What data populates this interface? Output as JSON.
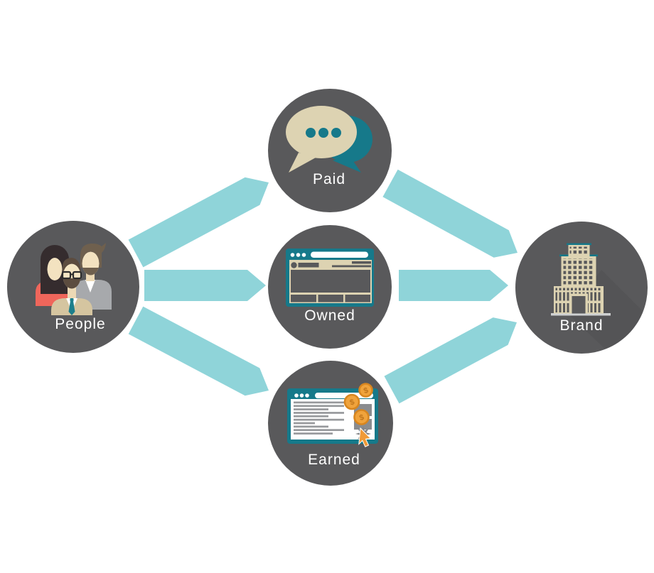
{
  "diagram": {
    "type": "flow-diagram",
    "description": "People connect to Brand through Paid, Owned and Earned media channels",
    "background": "#ffffff",
    "colors": {
      "node_circle": "#59595b",
      "arrow": "#8fd4d9",
      "teal_accent": "#16798a",
      "cream": "#ddd3b2",
      "label_text": "#ffffff",
      "coral": "#ef665b",
      "tan": "#d5c5a0",
      "person_gray": "#a7a9ac",
      "coin_orange": "#f0a33c",
      "cursor_orange": "#f09a37",
      "page_line_gray": "#97999c"
    },
    "nodes": {
      "people": {
        "label": "People",
        "icon": "people-group-icon"
      },
      "paid": {
        "label": "Paid",
        "icon": "speech-bubbles-icon"
      },
      "owned": {
        "label": "Owned",
        "icon": "browser-window-icon"
      },
      "earned": {
        "label": "Earned",
        "icon": "webpage-earnings-icon"
      },
      "brand": {
        "label": "Brand",
        "icon": "office-building-icon"
      }
    },
    "edges": [
      {
        "from": "People",
        "to": "Paid"
      },
      {
        "from": "People",
        "to": "Owned"
      },
      {
        "from": "People",
        "to": "Earned"
      },
      {
        "from": "Paid",
        "to": "Brand"
      },
      {
        "from": "Owned",
        "to": "Brand"
      },
      {
        "from": "Earned",
        "to": "Brand"
      }
    ],
    "coin_symbol": "$"
  }
}
